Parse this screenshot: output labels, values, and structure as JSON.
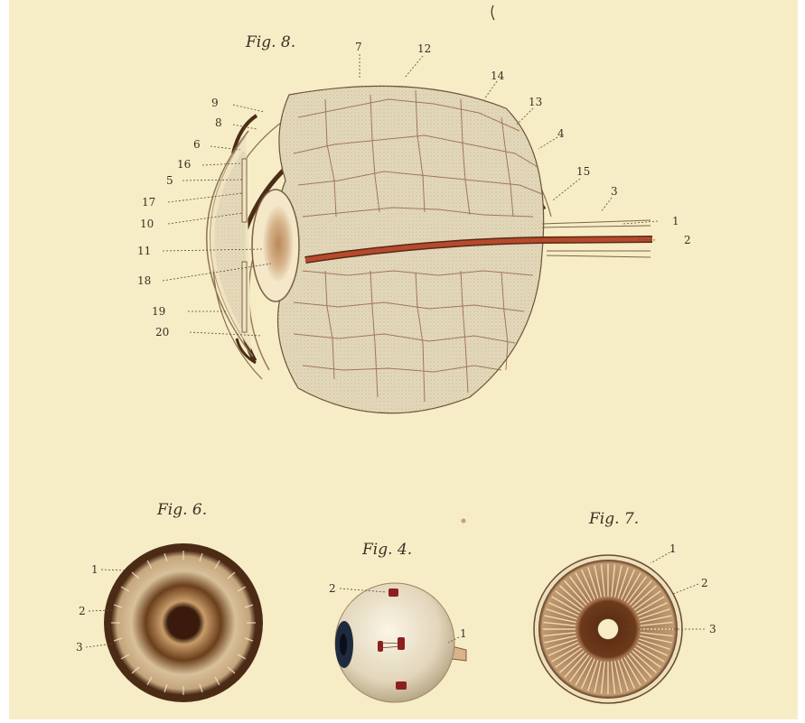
{
  "figures": {
    "fig8": {
      "title": "Fig. 8.",
      "labels": [
        "1",
        "2",
        "3",
        "4",
        "5",
        "6",
        "7",
        "8",
        "9",
        "10",
        "11",
        "12",
        "13",
        "14",
        "15",
        "16",
        "17",
        "18",
        "19",
        "20"
      ]
    },
    "fig6": {
      "title": "Fig. 6.",
      "labels": [
        "1",
        "2",
        "3"
      ]
    },
    "fig4": {
      "title": "Fig. 4.",
      "labels": [
        "1",
        "2"
      ]
    },
    "fig7": {
      "title": "Fig. 7.",
      "labels": [
        "1",
        "2",
        "3"
      ]
    }
  },
  "colors": {
    "paper": "#f6ecc6",
    "sclera_dark": "#4a2c17",
    "vitreous": "#ddd2b4",
    "optic_artery": "#b64a2c",
    "iris_brown": "#7a4a24"
  }
}
